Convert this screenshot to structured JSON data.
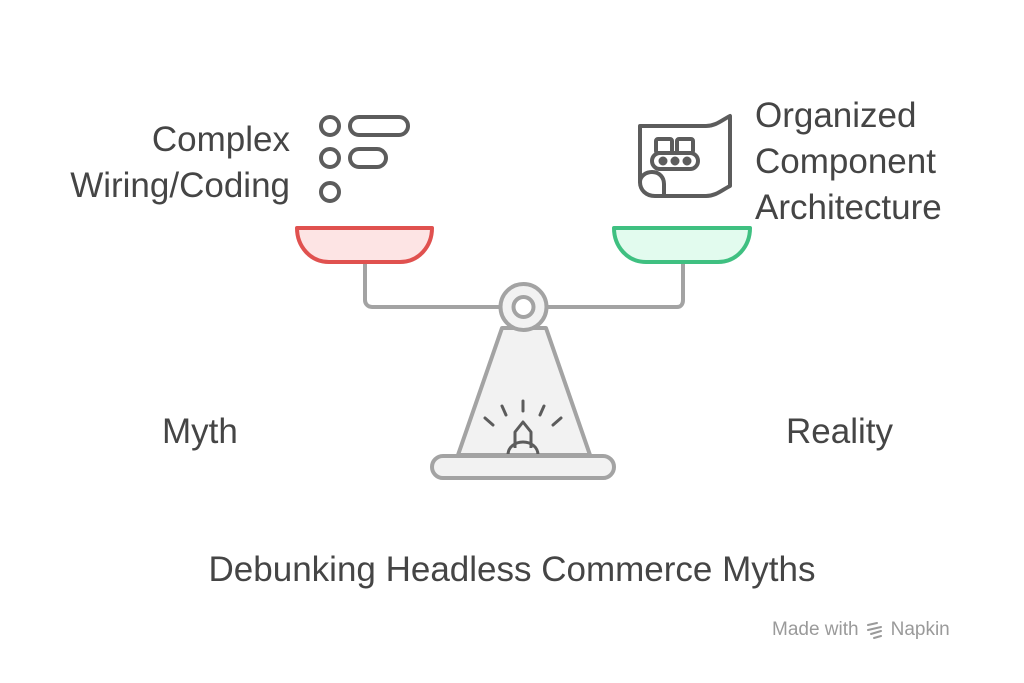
{
  "left_item": {
    "lines": [
      "Complex",
      "Wiring/Coding"
    ],
    "icon": "list-icon",
    "pan_color": "#e0514f",
    "pan_fill": "#fde4e4"
  },
  "right_item": {
    "lines": [
      "Organized",
      "Component",
      "Architecture"
    ],
    "icon": "conveyor-scroll-icon",
    "pan_color": "#3fc081",
    "pan_fill": "#e2fbee"
  },
  "left_side_label": "Myth",
  "right_side_label": "Reality",
  "title": "Debunking Headless Commerce Myths",
  "watermark": {
    "text": "Made with",
    "brand": "Napkin",
    "icon": "napkin-logo-icon"
  },
  "colors": {
    "stroke": "#5c5c5c",
    "beam": "#a3a3a3",
    "base_fill": "#f2f2f2"
  }
}
